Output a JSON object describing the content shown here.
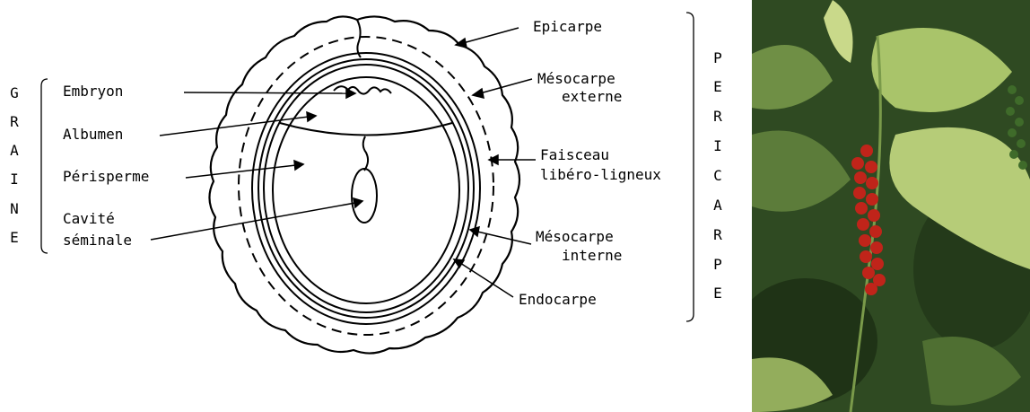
{
  "labels": {
    "embryon": "Embryon",
    "albumen": "Albumen",
    "perisperme": "Périsperme",
    "cavite_1": "Cavité",
    "cavite_2": "séminale",
    "epicarpe": "Epicarpe",
    "mesocarpe_externe_1": "Mésocarpe",
    "mesocarpe_externe_2": "externe",
    "faisceau_1": "Faisceau",
    "faisceau_2": "libéro-ligneux",
    "mesocarpe_interne_1": "Mésocarpe",
    "mesocarpe_interne_2": "interne",
    "endocarpe": "Endocarpe"
  },
  "graine_letters": [
    "G",
    "R",
    "A",
    "I",
    "N",
    "E"
  ],
  "pericarpe_letters": [
    "P",
    "E",
    "R",
    "I",
    "C",
    "A",
    "R",
    "P",
    "E"
  ],
  "colors": {
    "line": "#000000",
    "leaf_dark": "#2f4a22",
    "leaf_light": "#a9c46a",
    "berry_red": "#c0241a",
    "berry_green": "#3f6b2a"
  }
}
